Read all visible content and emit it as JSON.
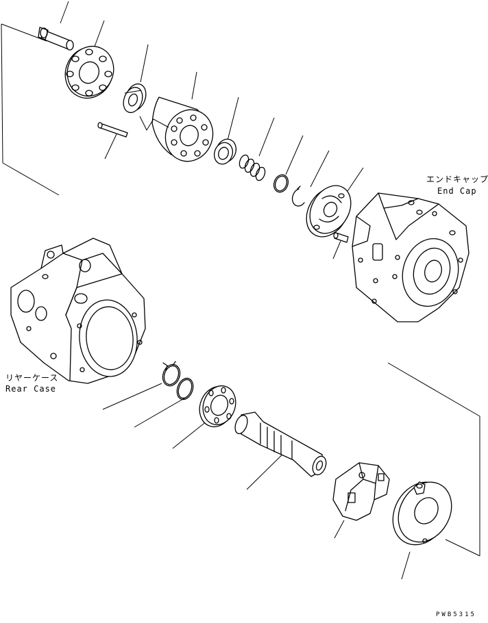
{
  "labels": {
    "end_cap_jp": "エンドキャップ",
    "end_cap_en": "End Cap",
    "rear_case_jp": "リヤーケース",
    "rear_case_en": "Rear Case"
  },
  "drawing_code": "PWB5315"
}
